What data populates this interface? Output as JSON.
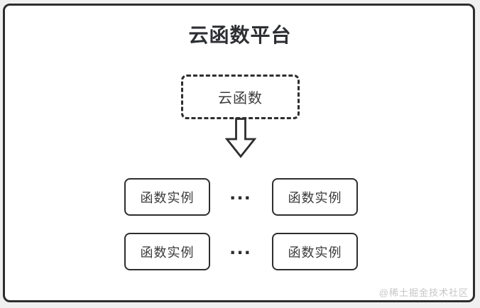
{
  "diagram": {
    "title": "云函数平台",
    "cloud_function": {
      "label": "云函数"
    },
    "rows": [
      {
        "left": "函数实例",
        "ellipsis": "...",
        "right": "函数实例"
      },
      {
        "left": "函数实例",
        "ellipsis": "...",
        "right": "函数实例"
      }
    ],
    "watermark": "@稀土掘金技术社区"
  },
  "icons": {
    "down_arrow": "down-arrow-icon"
  },
  "colors": {
    "outline": "#2e2e2e",
    "title_text": "#2d2f33",
    "node_text": "#3a3a3a",
    "canvas_background": "#ffffff",
    "page_background": "#f0f0f0",
    "watermark_text": "#c6c6c6"
  }
}
